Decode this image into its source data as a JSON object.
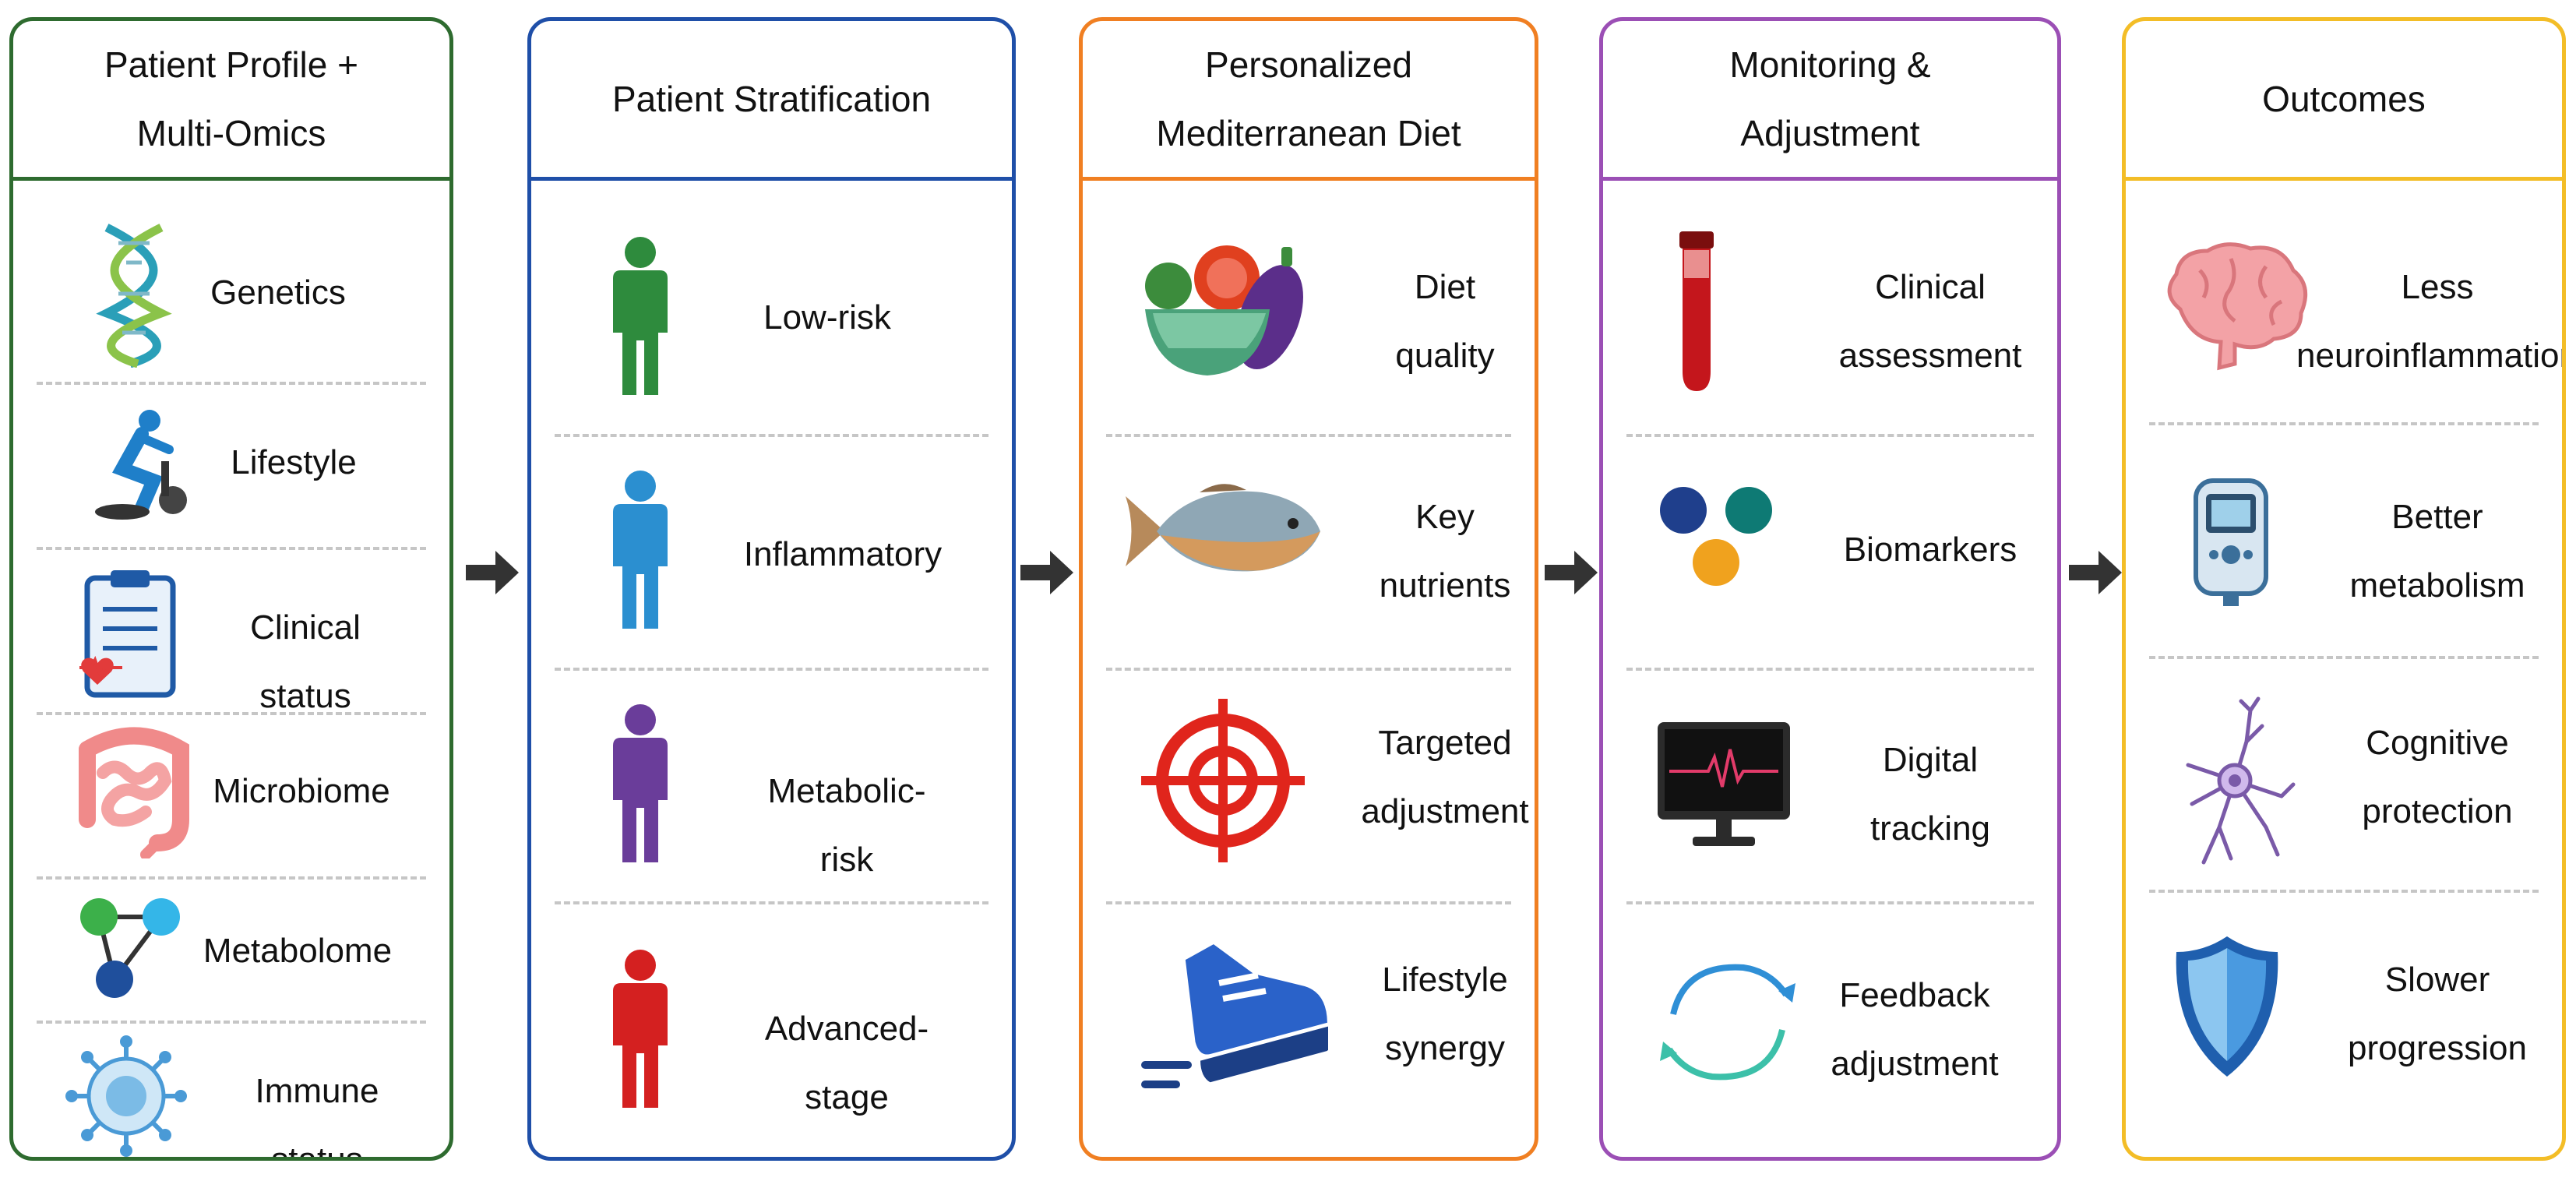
{
  "columns": [
    {
      "id": "profile",
      "title": "Patient Profile +\nMulti-Omics",
      "color": "#2e6b2f",
      "items": [
        {
          "label": "Genetics",
          "icon": "dna-icon"
        },
        {
          "label": "Lifestyle",
          "icon": "exercise-bike-icon"
        },
        {
          "label": "Clinical status",
          "icon": "clipboard-icon"
        },
        {
          "label": "Microbiome",
          "icon": "intestine-icon"
        },
        {
          "label": "Metabolome",
          "icon": "molecule-icon"
        },
        {
          "label": "Immune status",
          "icon": "immune-cell-icon"
        }
      ]
    },
    {
      "id": "stratification",
      "title": "Patient Stratification",
      "color": "#1f4fa8",
      "items": [
        {
          "label": "Low-risk",
          "icon": "person-icon",
          "icon_color": "#2e8b3d"
        },
        {
          "label": "Inflammatory",
          "icon": "person-icon",
          "icon_color": "#2b8fd0"
        },
        {
          "label": "Metabolic-risk",
          "icon": "person-icon",
          "icon_color": "#6a3d9a"
        },
        {
          "label": "Advanced-stage",
          "icon": "person-icon",
          "icon_color": "#d42020"
        }
      ]
    },
    {
      "id": "diet",
      "title": "Personalized\nMediterranean Diet",
      "color": "#f07f22",
      "items": [
        {
          "label": "Diet\nquality",
          "icon": "food-bowl-icon"
        },
        {
          "label": "Key\nnutrients",
          "icon": "fish-icon"
        },
        {
          "label": "Targeted\nadjustment",
          "icon": "target-icon"
        },
        {
          "label": "Lifestyle\nsynergy",
          "icon": "running-shoe-icon"
        }
      ]
    },
    {
      "id": "monitoring",
      "title": "Monitoring &\nAdjustment",
      "color": "#9b4fb5",
      "items": [
        {
          "label": "Clinical\nassessment",
          "icon": "test-tube-icon"
        },
        {
          "label": "Biomarkers",
          "icon": "biomarker-dots-icon"
        },
        {
          "label": "Digital\ntracking",
          "icon": "monitor-icon"
        },
        {
          "label": "Feedback\nadjustment",
          "icon": "cycle-arrows-icon"
        }
      ]
    },
    {
      "id": "outcomes",
      "title": "Outcomes",
      "color": "#f3bd27",
      "items": [
        {
          "label": "Less\nneuroinflammation",
          "icon": "brain-icon"
        },
        {
          "label": "Better\nmetabolism",
          "icon": "glucose-meter-icon"
        },
        {
          "label": "Cognitive\nprotection",
          "icon": "neuron-icon"
        },
        {
          "label": "Slower\nprogression",
          "icon": "shield-icon"
        }
      ]
    }
  ],
  "arrow_color": "#333333"
}
